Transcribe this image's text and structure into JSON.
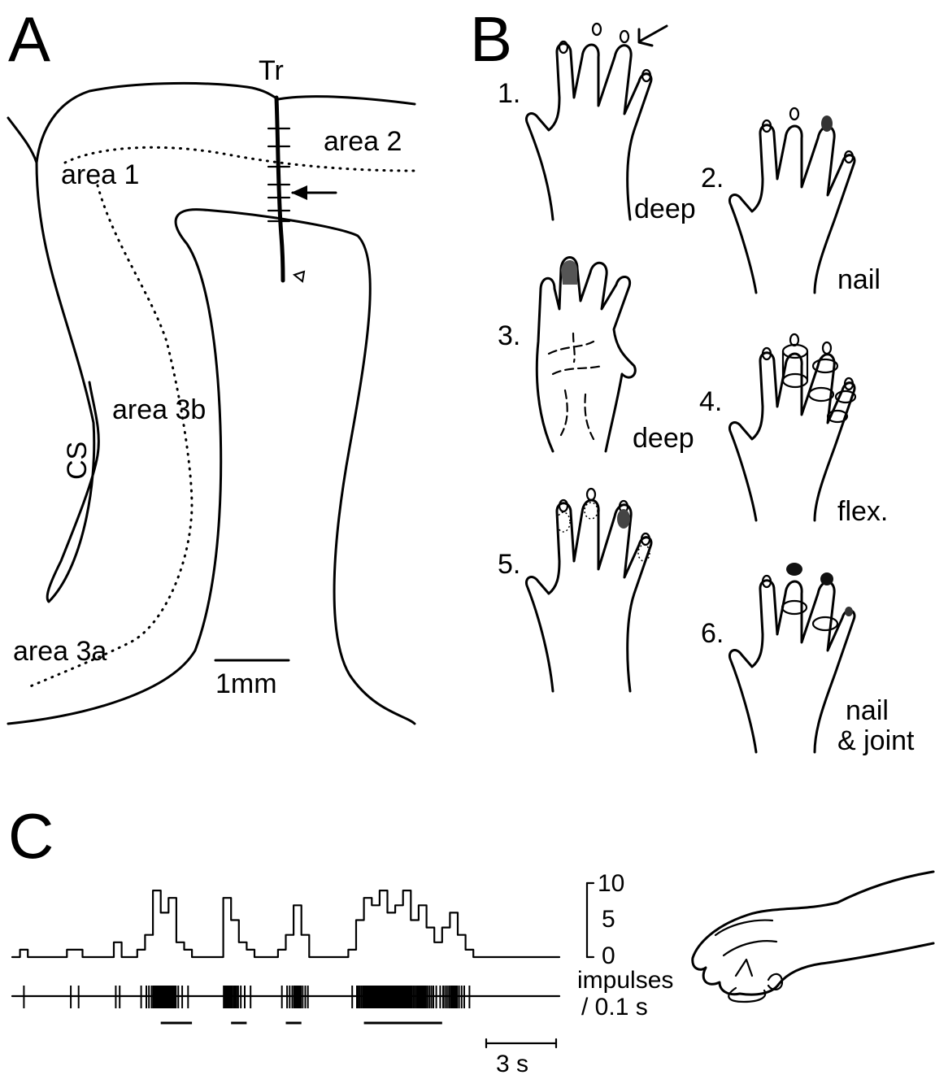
{
  "panels": {
    "a": "A",
    "b": "B",
    "c": "C"
  },
  "panel_a": {
    "track_label": "Tr",
    "area_labels": {
      "area2": "area 2",
      "area1": "area 1",
      "area3b": "area 3b",
      "area3a": "area 3a",
      "cs": "CS"
    },
    "scale_bar": "1mm"
  },
  "panel_b": {
    "hands": [
      {
        "num": "1.",
        "label": "deep"
      },
      {
        "num": "2.",
        "label": "nail"
      },
      {
        "num": "3.",
        "label": "deep"
      },
      {
        "num": "4.",
        "label": "flex."
      },
      {
        "num": "5.",
        "label": ""
      },
      {
        "num": "6.",
        "label_line1": "nail",
        "label_line2": "& joint"
      }
    ]
  },
  "panel_c": {
    "y_ticks": [
      "10",
      "5",
      "0"
    ],
    "y_unit_line1": "impulses",
    "y_unit_line2": "/ 0.1 s",
    "time_scale": "3 s",
    "histogram_max": 10,
    "histogram": [
      0,
      1,
      0,
      0,
      0,
      0,
      0,
      1,
      1,
      0,
      0,
      0,
      0,
      2,
      0,
      0,
      1,
      3,
      9,
      6,
      8,
      2,
      1,
      0,
      0,
      0,
      0,
      8,
      5,
      2,
      1,
      0,
      0,
      0,
      1,
      3,
      7,
      3,
      0,
      0,
      0,
      0,
      0,
      1,
      5,
      8,
      7,
      9,
      6,
      7,
      9,
      5,
      7,
      4,
      2,
      4,
      6,
      3,
      1,
      0,
      0,
      0,
      0,
      0,
      0,
      0,
      0,
      0,
      0,
      0
    ],
    "stimulus_bins": [
      [
        19,
        22
      ],
      [
        28,
        29
      ],
      [
        35,
        36
      ],
      [
        45,
        54
      ]
    ]
  }
}
